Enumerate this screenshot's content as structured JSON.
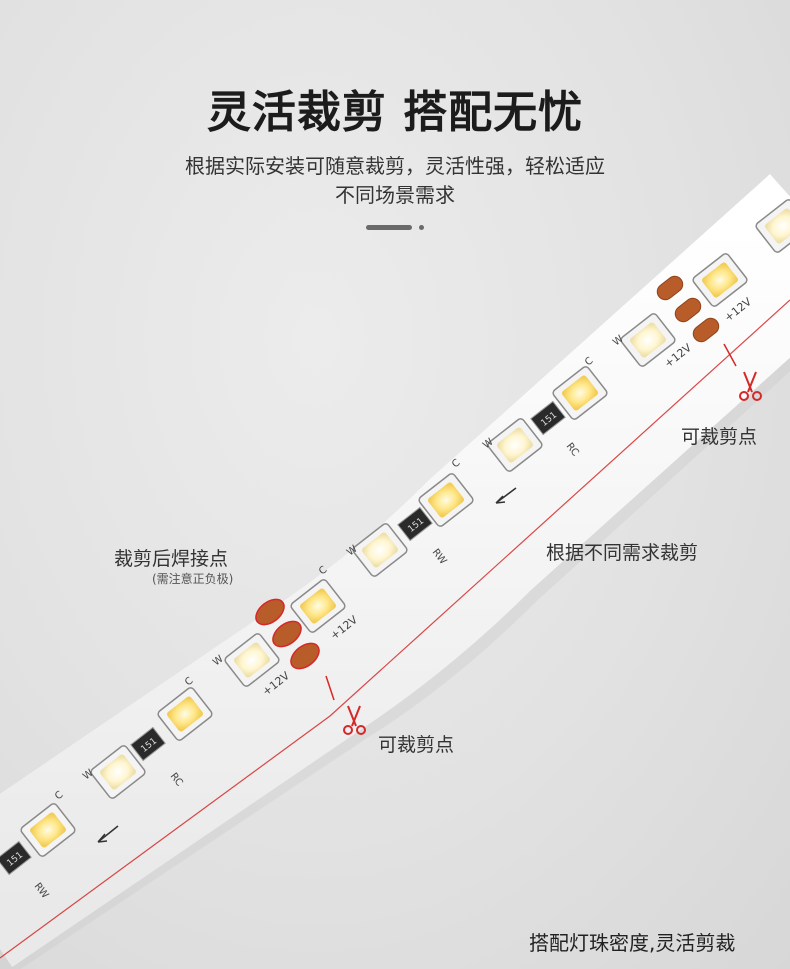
{
  "heading": {
    "title": "灵活裁剪 搭配无忧",
    "subtitle_line1": "根据实际安装可随意裁剪，灵活性强，轻松适应",
    "subtitle_line2": "不同场景需求"
  },
  "annotations": {
    "cut_point_upper": "可裁剪点",
    "cut_point_lower": "可裁剪点",
    "solder_point": "裁剪后焊接点",
    "solder_note": "(需注意正负极)",
    "cut_by_need": "根据不同需求裁剪",
    "bottom_caption": "搭配灯珠密度,灵活剪裁"
  },
  "strip_markings": {
    "voltage": "+12V",
    "resistor": "151",
    "led_letter_w": "W",
    "led_letter_c": "C",
    "resistor_letter": "RC",
    "resistor_letter_alt": "RW"
  },
  "colors": {
    "accent_red": "#d62828",
    "copper_pad": "#b85c2a",
    "led_yellow": "#ffe27a",
    "strip_white": "#f7f7f7"
  }
}
